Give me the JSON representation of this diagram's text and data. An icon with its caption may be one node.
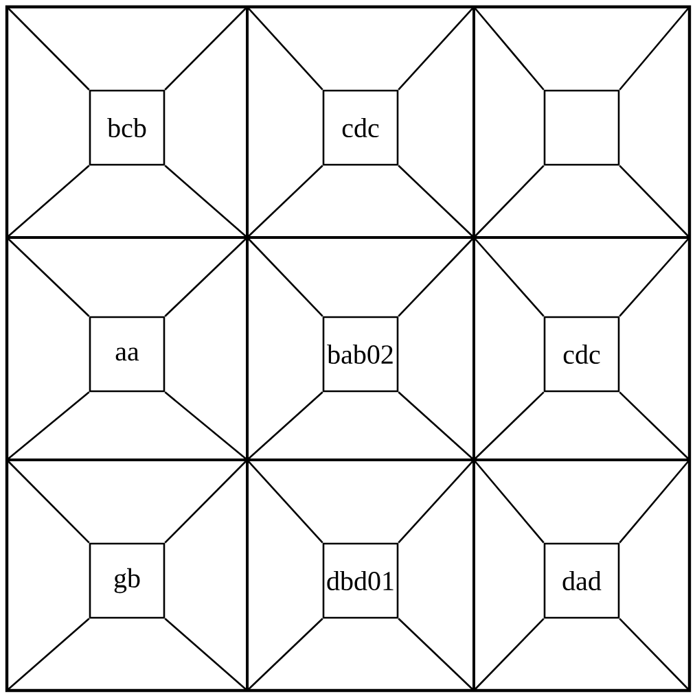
{
  "diagram": {
    "nodes": [
      {
        "text": [
          "bcb"
        ]
      },
      {
        "text": [
          "cdc"
        ]
      },
      {
        "text": [],
        "shape": "box"
      },
      {
        "text": [
          "aa"
        ]
      },
      {
        "text": [
          "bab02"
        ]
      },
      {
        "text": [
          "cdc"
        ]
      },
      {
        "text": [
          "gb"
        ]
      },
      {
        "text": [
          "dbd01"
        ]
      },
      {
        "text": [
          "dad"
        ]
      }
    ]
  }
}
